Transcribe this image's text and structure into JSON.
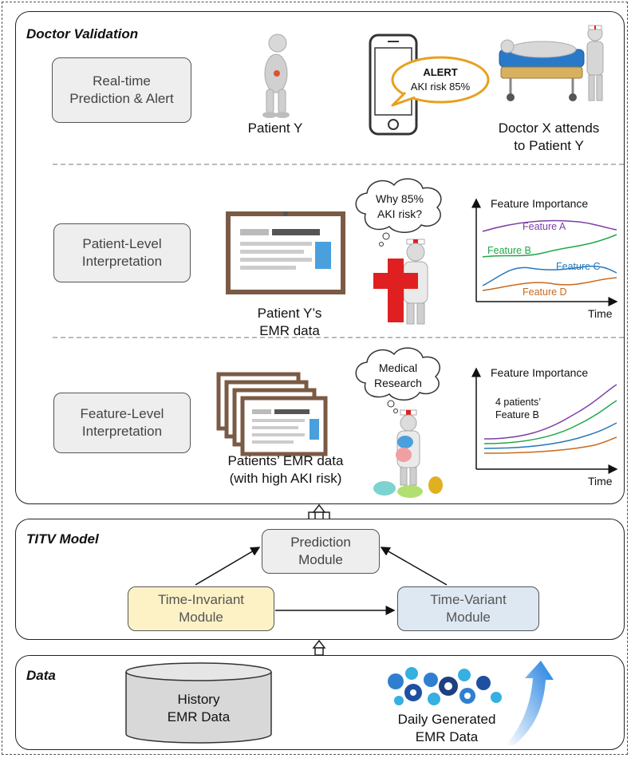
{
  "doctor_validation": {
    "title": "Doctor Validation",
    "realtime_box": "Real-time\nPrediction & Alert",
    "patient_y": "Patient Y",
    "alert_title": "ALERT",
    "alert_text": "AKI risk 85%",
    "doctor_attends": "Doctor X attends\nto Patient Y",
    "patient_level_box": "Patient-Level\nInterpretation",
    "patient_emr": "Patient Y’s\nEMR data",
    "why_bubble": "Why 85%\nAKI risk?",
    "chart1": {
      "title": "Feature Importance",
      "xlabel": "Time",
      "series": [
        "Feature A",
        "Feature B",
        "Feature C",
        "Feature D"
      ]
    },
    "feature_level_box": "Feature-Level\nInterpretation",
    "patients_emr": "Patients’ EMR data\n(with high AKI risk)",
    "research_bubble": "Medical\nResearch",
    "chart2": {
      "title": "Feature Importance",
      "xlabel": "Time",
      "annotation": "4 patients’\nFeature B"
    }
  },
  "titv_model": {
    "title": "TITV Model",
    "prediction_module": "Prediction\nModule",
    "time_invariant": "Time-Invariant\nModule",
    "time_variant": "Time-Variant\nModule"
  },
  "data_panel": {
    "title": "Data",
    "history": "History\nEMR Data",
    "daily": "Daily Generated\nEMR Data"
  },
  "colors": {
    "feature_a": "#7b3fa8",
    "feature_b": "#21a64a",
    "feature_c": "#2878bd",
    "feature_d": "#c96a1e",
    "time_invariant_fill": "#fdf2c6",
    "time_variant_fill": "#dde8f3",
    "red_cross": "#e02020"
  }
}
